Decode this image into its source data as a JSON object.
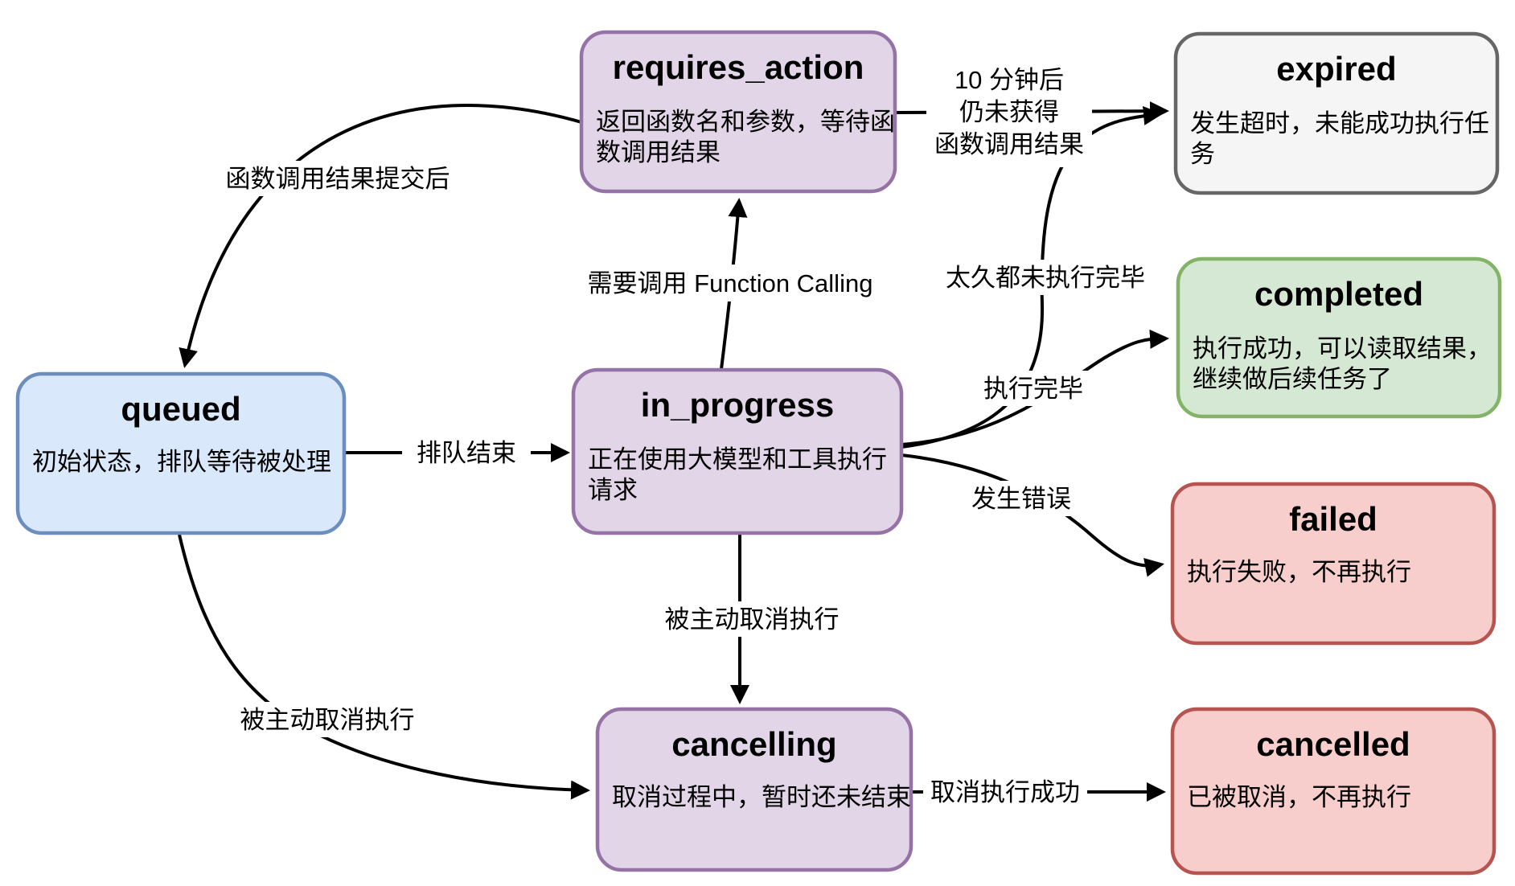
{
  "diagram": {
    "type": "state-flow-diagram",
    "background": "#ffffff",
    "nodes": {
      "requires_action": {
        "title": "requires_action",
        "body": [
          "返回函数名和参数，等待函",
          "数调用结果"
        ],
        "color": "purple"
      },
      "expired": {
        "title": "expired",
        "body": [
          "发生超时，未能成功执行任",
          "务"
        ],
        "color": "gray"
      },
      "queued": {
        "title": "queued",
        "body": [
          "初始状态，排队等待被处理"
        ],
        "color": "blue"
      },
      "in_progress": {
        "title": "in_progress",
        "body": [
          "正在使用大模型和工具执行",
          "请求"
        ],
        "color": "purple"
      },
      "completed": {
        "title": "completed",
        "body": [
          "执行成功，可以读取结果，",
          "继续做后续任务了"
        ],
        "color": "green"
      },
      "failed": {
        "title": "failed",
        "body": [
          "执行失败，不再执行"
        ],
        "color": "red"
      },
      "cancelling": {
        "title": "cancelling",
        "body": [
          "取消过程中，暂时还未结束"
        ],
        "color": "purple"
      },
      "cancelled": {
        "title": "cancelled",
        "body": [
          "已被取消，不再执行"
        ],
        "color": "red"
      }
    },
    "edges": {
      "queued_to_in_progress": {
        "from": "queued",
        "to": "in_progress",
        "label": "排队结束"
      },
      "in_progress_to_requires_action": {
        "from": "in_progress",
        "to": "requires_action",
        "label": "需要调用 Function Calling"
      },
      "requires_action_to_queued": {
        "from": "requires_action",
        "to": "queued",
        "label": "函数调用结果提交后"
      },
      "requires_action_to_expired": {
        "from": "requires_action",
        "to": "expired",
        "label_lines": [
          "10 分钟后",
          "仍未获得",
          "函数调用结果"
        ]
      },
      "in_progress_to_expired": {
        "from": "in_progress",
        "to": "expired",
        "label": "太久都未执行完毕"
      },
      "in_progress_to_completed": {
        "from": "in_progress",
        "to": "completed",
        "label": "执行完毕"
      },
      "in_progress_to_failed": {
        "from": "in_progress",
        "to": "failed",
        "label": "发生错误"
      },
      "in_progress_to_cancelling": {
        "from": "in_progress",
        "to": "cancelling",
        "label": "被主动取消执行"
      },
      "queued_to_cancelling": {
        "from": "queued",
        "to": "cancelling",
        "label": "被主动取消执行"
      },
      "cancelling_to_cancelled": {
        "from": "cancelling",
        "to": "cancelled",
        "label": "取消执行成功"
      }
    },
    "colors": {
      "purple": {
        "fill": "#E1D5E7",
        "stroke": "#9673A6",
        "text": "#000000"
      },
      "blue": {
        "fill": "#DAE8FC",
        "stroke": "#6C8EBF",
        "text": "#000000"
      },
      "green": {
        "fill": "#D5E8D4",
        "stroke": "#82B366",
        "text": "#000000"
      },
      "red": {
        "fill": "#F8CECC",
        "stroke": "#B85450",
        "text": "#000000"
      },
      "gray": {
        "fill": "#F5F5F5",
        "stroke": "#666666",
        "text": "#333333"
      },
      "edge": "#000000"
    }
  }
}
